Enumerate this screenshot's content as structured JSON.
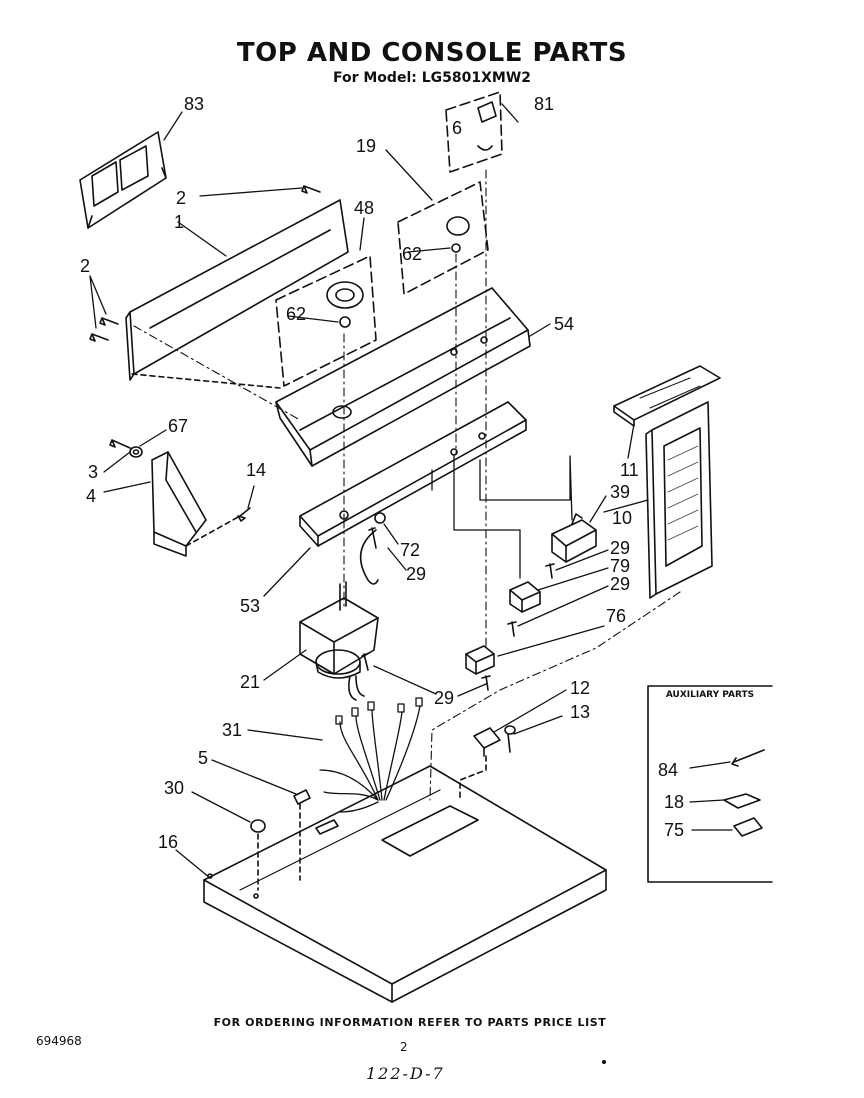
{
  "header": {
    "title": "TOP AND CONSOLE PARTS",
    "subtitle": "For Model: LG5801XMW2"
  },
  "callouts": {
    "c83": "83",
    "c81": "81",
    "c6": "6",
    "c19": "19",
    "c2a": "2",
    "c1": "1",
    "c48": "48",
    "c2b": "2",
    "c62a": "62",
    "c62b": "62",
    "c54": "54",
    "c67": "67",
    "c3": "3",
    "c4": "4",
    "c14": "14",
    "c11": "11",
    "c39": "39",
    "c10": "10",
    "c72": "72",
    "c29a": "29",
    "c29b": "29",
    "c79": "79",
    "c29c": "29",
    "c53": "53",
    "c76": "76",
    "c21": "21",
    "c29d": "29",
    "c12": "12",
    "c13": "13",
    "c31": "31",
    "c5": "5",
    "c30": "30",
    "c16": "16",
    "c84": "84",
    "c18": "18",
    "c75": "75"
  },
  "auxiliary": {
    "title": "AUXILIARY PARTS"
  },
  "footer": {
    "ordering_note": "FOR ORDERING INFORMATION REFER TO PARTS PRICE LIST",
    "doc_number": "694968",
    "page_number": "2",
    "handwritten_code": "122-D-7"
  }
}
